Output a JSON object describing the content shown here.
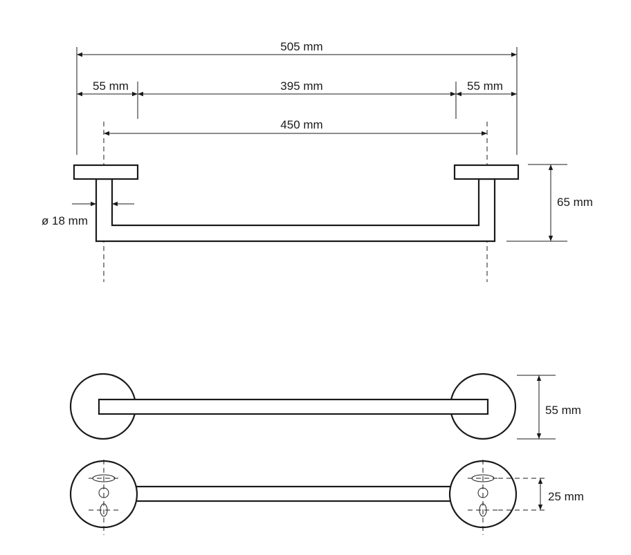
{
  "dimensions": {
    "overall_width": "505 mm",
    "left_flange": "55 mm",
    "bar_span": "395 mm",
    "right_flange": "55 mm",
    "center_distance": "450 mm",
    "projection_depth": "65 mm",
    "tube_diameter": "ø 18 mm",
    "flange_diameter": "55 mm",
    "hole_spacing": "25 mm"
  },
  "views": [
    "front-view",
    "top-view",
    "back-view"
  ]
}
